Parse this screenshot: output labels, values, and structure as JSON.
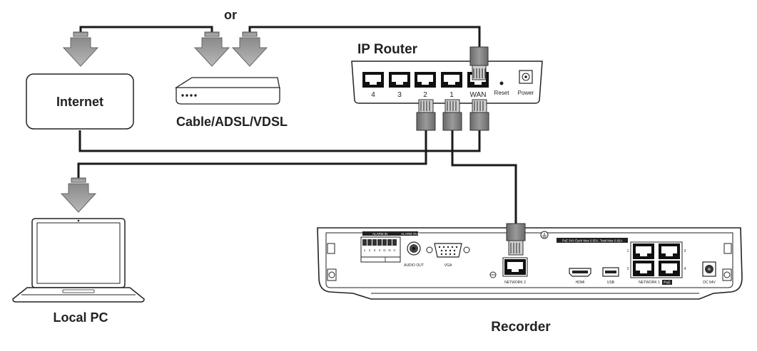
{
  "labels": {
    "or": "or",
    "ip_router": "IP Router",
    "internet": "Internet",
    "modem": "Cable/ADSL/VDSL",
    "local_pc": "Local PC",
    "recorder": "Recorder"
  },
  "router": {
    "ports": [
      "4",
      "3",
      "2",
      "1",
      "WAN"
    ],
    "reset": "Reset",
    "power": "Power"
  },
  "recorder_panel": {
    "alarm_in": "ALARM IN",
    "alarm_out": "ALARM OUT",
    "alarm_pins": [
      "1",
      "2",
      "3",
      "4",
      "G",
      "N",
      "C"
    ],
    "audio_out": "AUDIO OUT",
    "vga": "VGA",
    "network2": "NETWORK 2",
    "poe_spec": "PoE 54V Each Max 0.55A, Total Max 0.92A",
    "hdmi": "HDMI",
    "usb": "USB",
    "network1": "NETWORK 1",
    "poe": "PoE",
    "poe_port_numbers": [
      "1",
      "2",
      "3",
      "4"
    ],
    "dc": "DC 54V"
  }
}
